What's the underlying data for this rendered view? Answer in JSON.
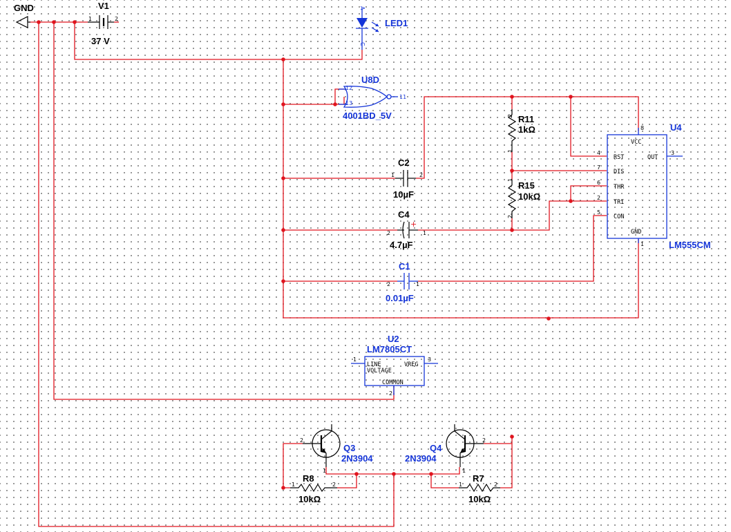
{
  "ground": {
    "label": "GND"
  },
  "v1": {
    "ref": "V1",
    "value": "37 V",
    "pin1": "1",
    "pin2": "2"
  },
  "led1": {
    "ref": "LED1",
    "pin_a": "A",
    "pin_c": "C"
  },
  "u8d": {
    "ref": "U8D",
    "value": "4001BD_5V",
    "pin_in1": "12",
    "pin_in2": "13",
    "pin_out": "11"
  },
  "c2": {
    "ref": "C2",
    "value": "10µF",
    "pin1": "1",
    "pin2": "2"
  },
  "c4": {
    "ref": "C4",
    "value": "4.7µF",
    "pin1": "1",
    "pin2": "2",
    "polarity": "+"
  },
  "c1": {
    "ref": "C1",
    "value": "0.01µF",
    "pin1": "1",
    "pin2": "2"
  },
  "r11": {
    "ref": "R11",
    "value": "1kΩ",
    "pin1": "1",
    "pin2": "2"
  },
  "r15": {
    "ref": "R15",
    "value": "10kΩ",
    "pin1": "1",
    "pin2": "2"
  },
  "u4": {
    "ref": "U4",
    "value": "LM555CM",
    "pins": {
      "vcc": "VCC",
      "rst": "RST",
      "dis": "DIS",
      "thr": "THR",
      "tri": "TRI",
      "con": "CON",
      "gnd": "GND",
      "out": "OUT"
    },
    "pin_numbers": {
      "vcc": "8",
      "rst": "4",
      "dis": "7",
      "thr": "6",
      "tri": "2",
      "con": "5",
      "gnd": "1",
      "out": "3"
    }
  },
  "u2": {
    "ref": "U2",
    "value": "LM7805CT",
    "line": "LINE",
    "voltage": "VOLTAGE",
    "vreg": "VREG",
    "common": "COMMON",
    "pin1": "1",
    "pin2": "2",
    "pin3": "3"
  },
  "q3": {
    "ref": "Q3",
    "value": "2N3904",
    "pin1": "1",
    "pin2": "2"
  },
  "q4": {
    "ref": "Q4",
    "value": "2N3904",
    "pin1": "1",
    "pin2": "2"
  },
  "r8": {
    "ref": "R8",
    "value": "10kΩ",
    "pin1": "1",
    "pin2": "2"
  },
  "r7": {
    "ref": "R7",
    "value": "10kΩ",
    "pin1": "1",
    "pin2": "2"
  },
  "colors": {
    "wire": "#e0141e",
    "component_blue": "#1535d8",
    "symbol": "#000000"
  }
}
